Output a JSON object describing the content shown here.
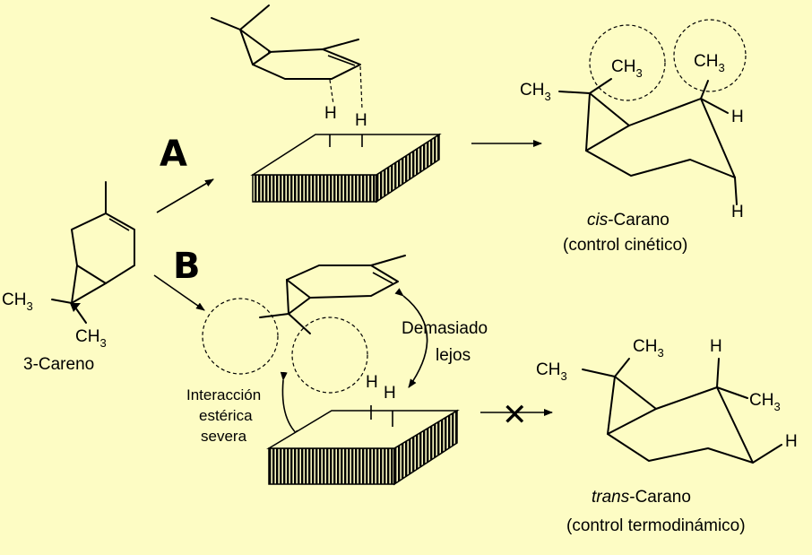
{
  "labels": {
    "path_a": "A",
    "path_b": "B",
    "reactant_name": "3-Careno",
    "reactant_ch3_left": "CH",
    "reactant_ch3_bottom": "CH",
    "subscript_3": "3",
    "h": "H",
    "cis_name_italic": "cis",
    "cis_name_rest": "-Carano",
    "cis_caption": "(control cinético)",
    "trans_name_italic": "trans",
    "trans_name_rest": "-Carano",
    "trans_caption": "(control termodinámico)",
    "far_line1": "Demasiado",
    "far_line2": "lejos",
    "steric_line1": "Interacción",
    "steric_line2": "estérica",
    "steric_line3": "severa",
    "blocked_mark": "✕"
  },
  "colors": {
    "background": "#fdfcc4",
    "ink": "#000000"
  }
}
